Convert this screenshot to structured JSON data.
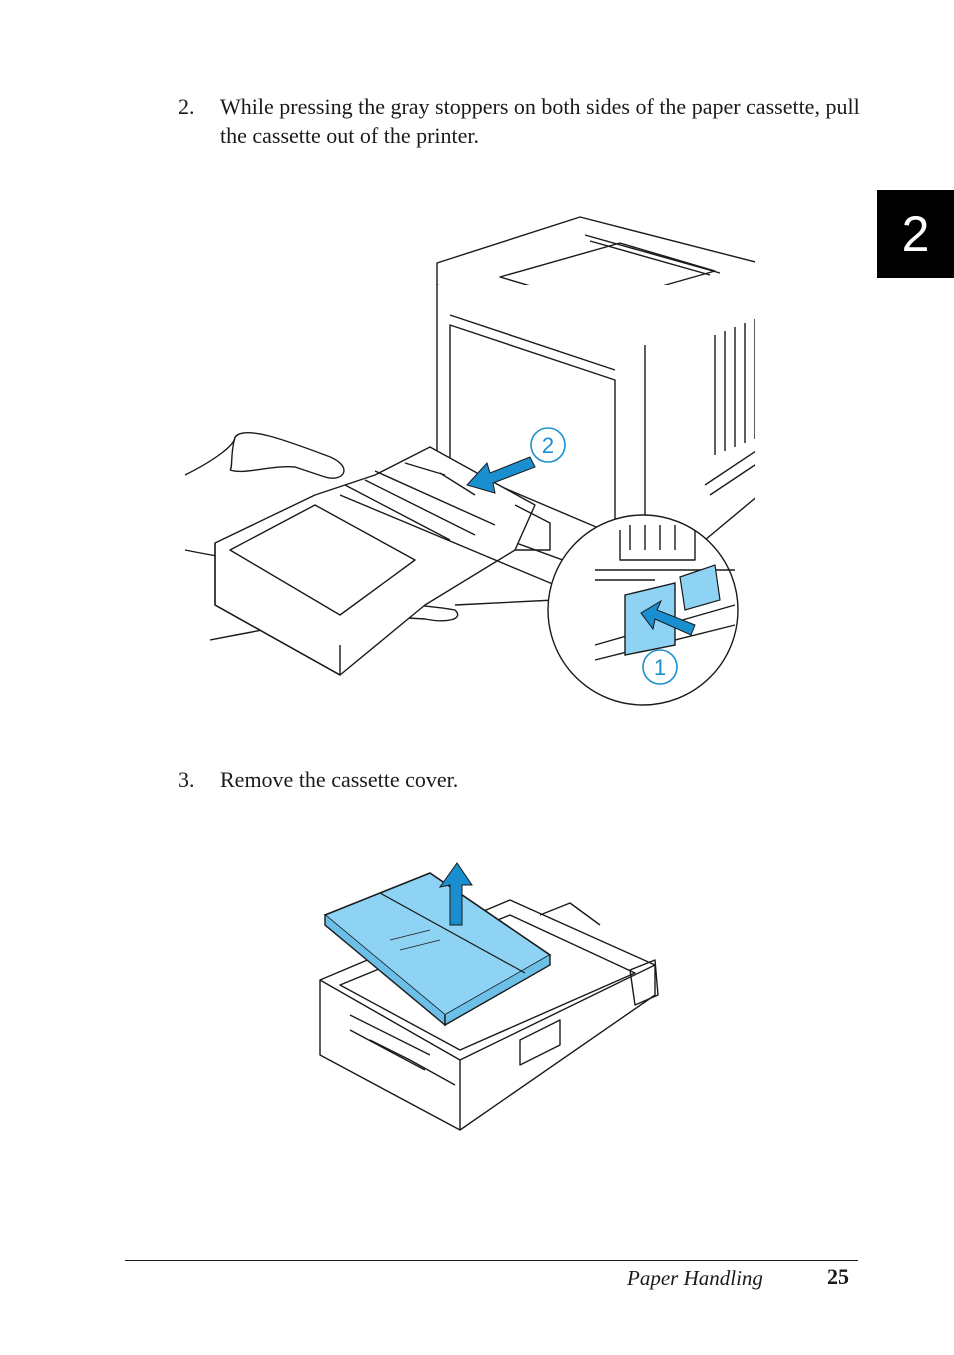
{
  "chapter_tab": "2",
  "steps": [
    {
      "number": "2.",
      "text": "While pressing the gray stoppers on both sides of the paper cassette, pull the cassette out of the printer."
    },
    {
      "number": "3.",
      "text": "Remove the cassette cover."
    }
  ],
  "figure1": {
    "callouts": [
      "1",
      "2"
    ]
  },
  "footer": {
    "section": "Paper Handling",
    "page": "25"
  },
  "colors": {
    "highlight": "#8fd3f4",
    "highlight_dark": "#1a8fd0",
    "line": "#1a1a1a"
  }
}
